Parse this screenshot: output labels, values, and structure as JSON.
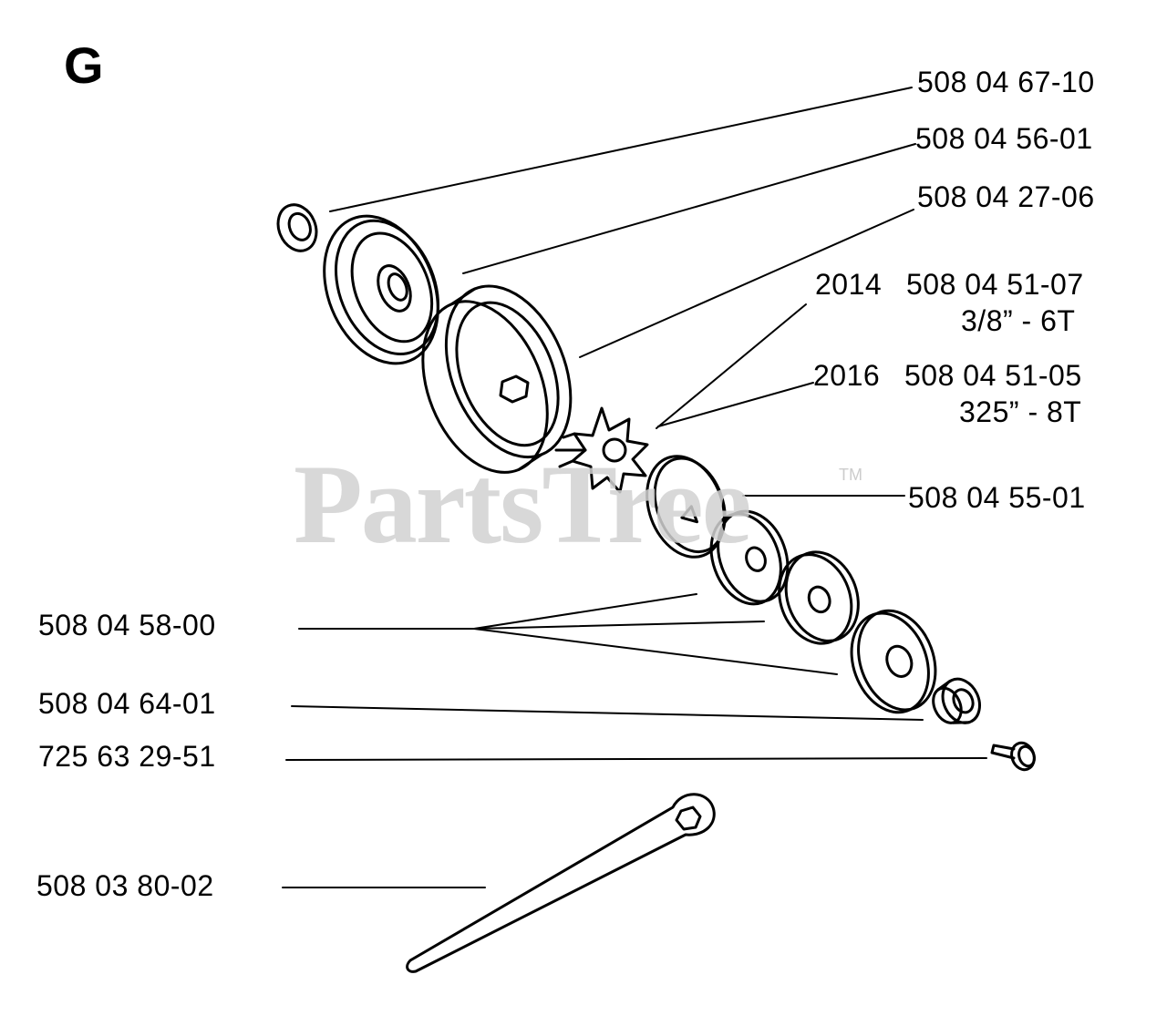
{
  "section_letter": "G",
  "watermark": {
    "text": "PartsTree",
    "trademark": "TM"
  },
  "colors": {
    "line": "#000000",
    "watermark": "#d2d2d2",
    "background": "#ffffff"
  },
  "parts": [
    {
      "id": "p1",
      "number": "508 04 67-10",
      "description": "washer"
    },
    {
      "id": "p2",
      "number": "508 04 56-01",
      "description": "clutch cover"
    },
    {
      "id": "p3",
      "number": "508 04 27-06",
      "description": "clutch drum"
    },
    {
      "id": "p4",
      "model": "2014",
      "number": "508 04 51-07",
      "spec": "3/8” - 6T",
      "description": "drive sprocket"
    },
    {
      "id": "p5",
      "model": "2016",
      "number": "508 04 51-05",
      "spec": "325” - 8T",
      "description": "drive sprocket"
    },
    {
      "id": "p6",
      "number": "508 04 55-01",
      "description": "washer"
    },
    {
      "id": "p7",
      "number": "508 04 58-00",
      "description": "washers"
    },
    {
      "id": "p8",
      "number": "508 04 64-01",
      "description": "bushing"
    },
    {
      "id": "p9",
      "number": "725 63 29-51",
      "description": "screw"
    },
    {
      "id": "p10",
      "number": "508 03 80-02",
      "description": "wrench"
    }
  ]
}
